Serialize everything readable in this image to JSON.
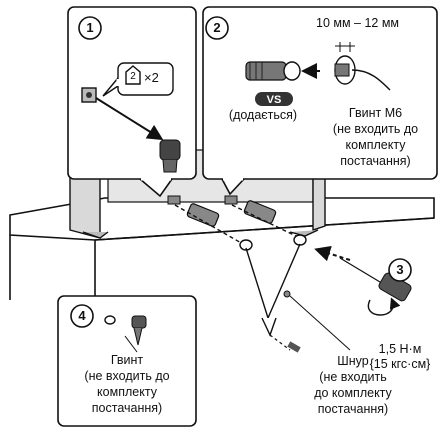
{
  "steps": {
    "step1": {
      "number": "1",
      "qty": "×2",
      "box_glyph": "2"
    },
    "step2": {
      "number": "2",
      "measure": "10 мм – 12 мм",
      "vs_badge": "VS",
      "included": "(додається)",
      "screw_title": "Гвинт M6",
      "screw_note": [
        "(не входить до",
        "комплекту",
        "постачання)"
      ]
    },
    "step3": {
      "number": "3",
      "torque": [
        "1,5 Н·м",
        "{15 кгс·см}"
      ]
    },
    "step4": {
      "number": "4",
      "screw_title": "Гвинт",
      "screw_note": [
        "(не входить до",
        "комплекту",
        "постачання)"
      ]
    },
    "cord": {
      "title": "Шнур",
      "note": [
        "(не входить",
        "до комплекту",
        "постачання)"
      ]
    }
  },
  "colors": {
    "ink": "#111111",
    "tv_gray": "#d6d6d6",
    "badge": "#333333",
    "table": "#ffffff"
  },
  "icons": [
    "screw-icon",
    "belt-icon",
    "anchor-icon",
    "screwdriver-icon",
    "rotation-arrow-icon"
  ]
}
